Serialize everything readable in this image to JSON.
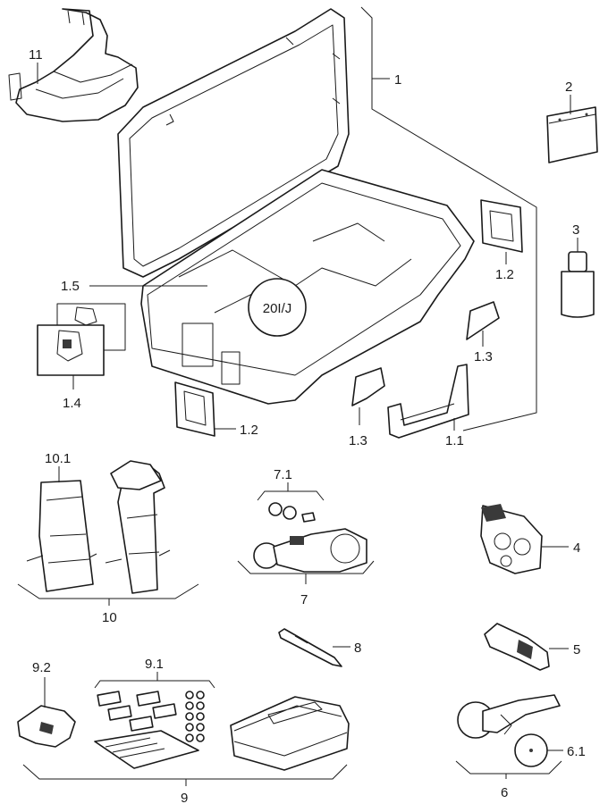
{
  "labels": {
    "l1": "1",
    "l1_1": "1.1",
    "l1_2a": "1.2",
    "l1_2b": "1.2",
    "l1_3a": "1.3",
    "l1_3b": "1.3",
    "l1_4": "1.4",
    "l1_5": "1.5",
    "l2": "2",
    "l3": "3",
    "l4": "4",
    "l5": "5",
    "l6": "6",
    "l6_1": "6.1",
    "l7": "7",
    "l7_1": "7.1",
    "l8": "8",
    "l9": "9",
    "l9_1": "9.1",
    "l9_2": "9.2",
    "l10": "10",
    "l10_1": "10.1",
    "l11": "11"
  },
  "case_badge": "20I/J",
  "colors": {
    "line": "#1a1a1a",
    "fill": "#ffffff",
    "shade": "#d9d9d9"
  }
}
